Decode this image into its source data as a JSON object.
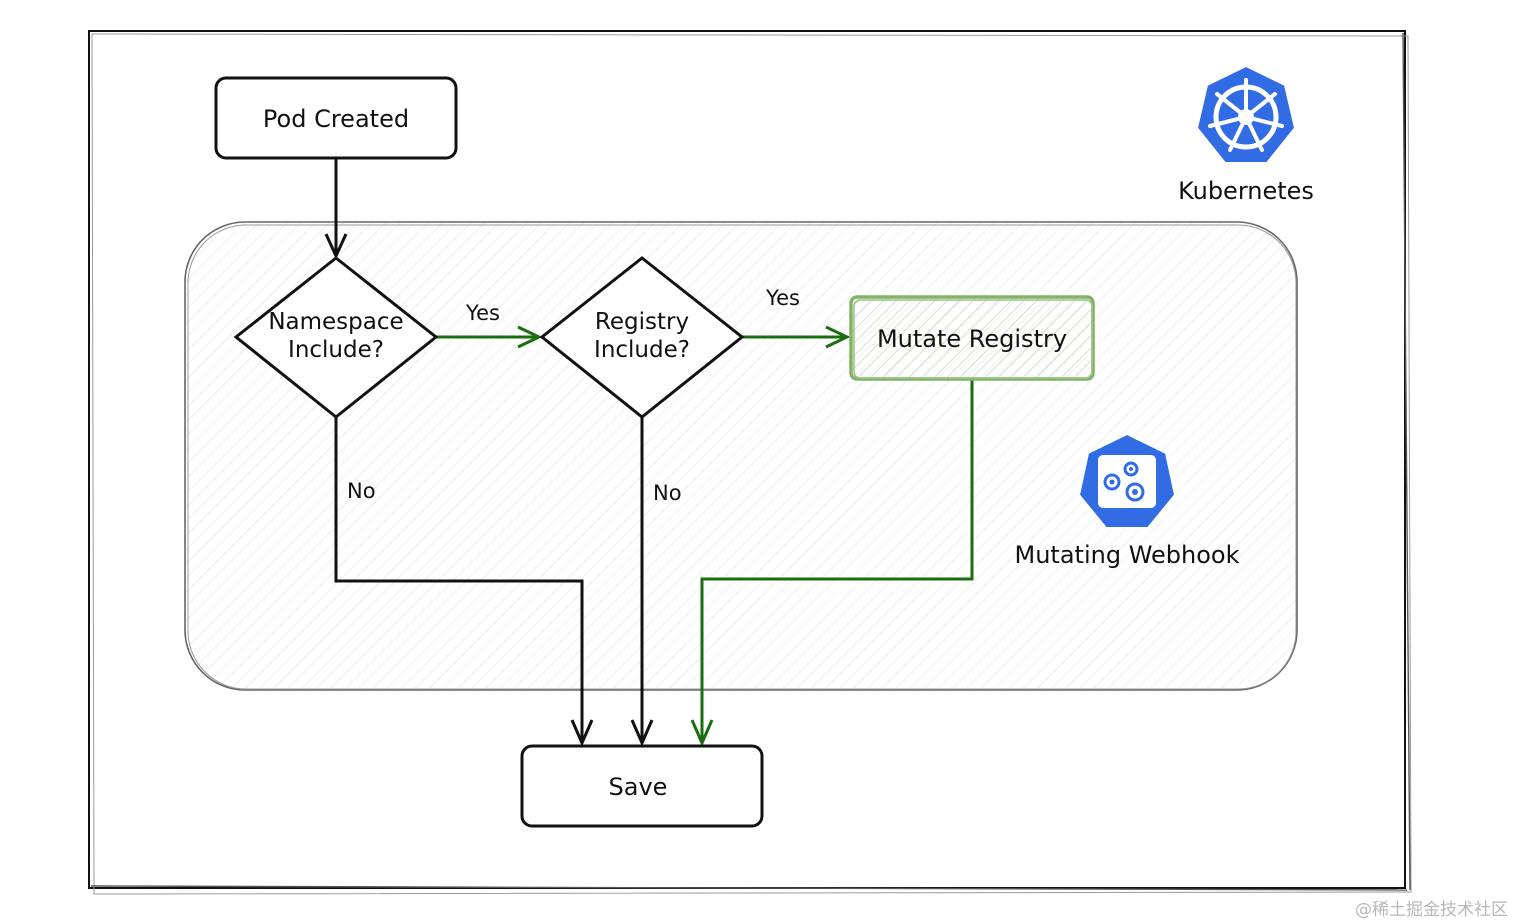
{
  "diagram": {
    "nodes": {
      "pod_created": "Pod Created",
      "namespace_check": [
        "Namespace",
        "Include?"
      ],
      "registry_check": [
        "Registry",
        "Include?"
      ],
      "mutate_registry": "Mutate Registry",
      "save": "Save"
    },
    "edge_labels": {
      "namespace_yes": "Yes",
      "namespace_no": "No",
      "registry_yes": "Yes",
      "registry_no": "No"
    },
    "logos": {
      "kubernetes": {
        "icon": "kubernetes-helm-icon",
        "label": "Kubernetes",
        "color": "#326CE5"
      },
      "webhook": {
        "icon": "mutating-webhook-gears-icon",
        "label": "Mutating Webhook",
        "color": "#326CE5"
      }
    },
    "colors": {
      "stroke": "#111111",
      "yes_path": "#1a6e10",
      "mutate_border": "#82b366",
      "mutate_fill": "#d5e8d4"
    }
  },
  "watermark": "@稀土掘金技术社区"
}
